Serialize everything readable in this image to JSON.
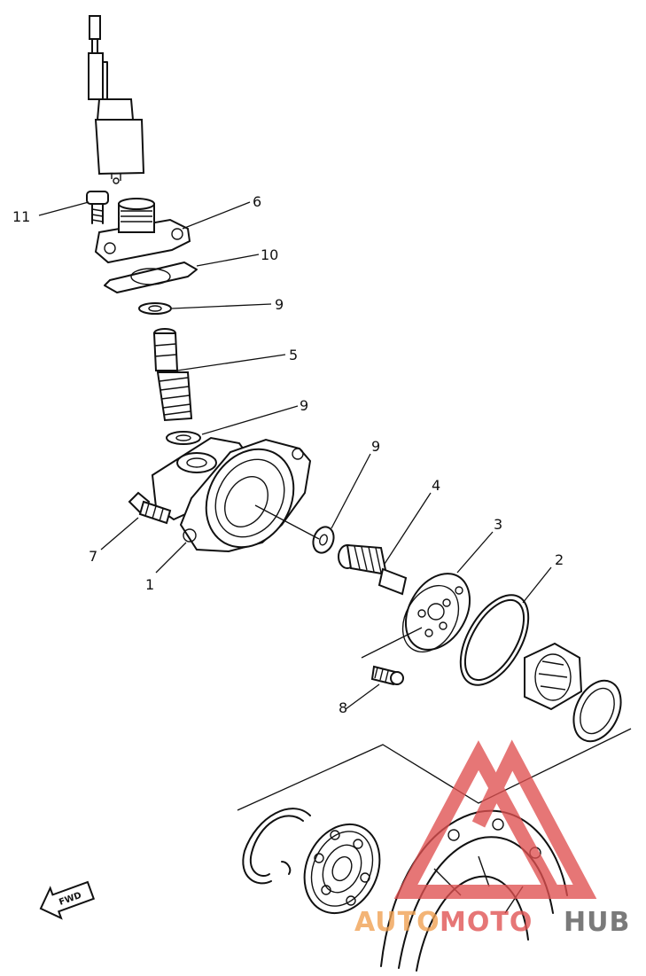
{
  "callouts": {
    "c1": "1",
    "c2": "2",
    "c3": "3",
    "c4": "4",
    "c5": "5",
    "c6": "6",
    "c7": "7",
    "c8": "8",
    "c9a": "9",
    "c9b": "9",
    "c9c": "9",
    "c10": "10",
    "c11": "11"
  },
  "direction_label": "FWD",
  "watermark": {
    "text_auto": "AUTO",
    "text_moto": "MOTO",
    "text_hub": "HUB",
    "colors": {
      "logo": "#e05050",
      "orange": "#f0a050",
      "dark": "#555555"
    }
  }
}
